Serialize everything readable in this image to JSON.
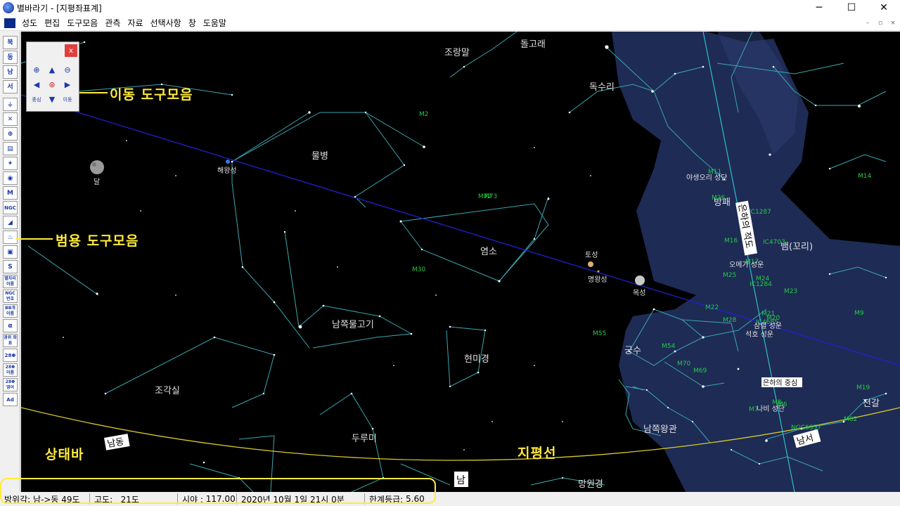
{
  "window": {
    "title": "별바라기 - [지평좌표계]",
    "controls": {
      "minimize": "─",
      "maximize": "☐",
      "close": "✕"
    }
  },
  "menu": {
    "items": [
      "성도",
      "편집",
      "도구모음",
      "관측",
      "자료",
      "선택사항",
      "창",
      "도움말"
    ],
    "mdi_controls": [
      "–",
      "▫",
      "×"
    ]
  },
  "left_toolbar": {
    "buttons": [
      "북",
      "동",
      "남",
      "서",
      "",
      "",
      "",
      "",
      "",
      "",
      "M",
      "NGC",
      "",
      "",
      "",
      "",
      "별자리\n이름",
      "NGC\n번호",
      "BB개\n이름",
      "α",
      "경위\n좌표",
      "28Φ",
      "28Φ\n이름",
      "28Φ\n영어",
      "Ad"
    ]
  },
  "move_toolbar": {
    "close": "x",
    "buttons": [
      "⊕",
      "▲",
      "⊖",
      "◀",
      "⊛",
      "▶",
      "중심",
      "▼",
      "이동"
    ]
  },
  "annotations": {
    "move_toolbar": "이동 도구모음",
    "general_toolbar": "범용 도구모음",
    "statusbar": "상태바",
    "horizon": "지평선"
  },
  "sky_labels": {
    "constellations": [
      "조랑말",
      "돌고래",
      "독수리",
      "물병",
      "염소",
      "남쪽물고기",
      "현미경",
      "조각실",
      "두루미",
      "궁수",
      "남쪽왕관",
      "전갈",
      "방패",
      "뱀(꼬리)",
      "망원경"
    ],
    "planets": [
      "해왕성",
      "달",
      "토성",
      "명왕성",
      "목성"
    ],
    "deep_sky": [
      "M2",
      "M72",
      "M73",
      "M30",
      "M55",
      "M11",
      "M26",
      "M14",
      "M16",
      "M17",
      "M25",
      "M24",
      "M23",
      "M22",
      "M28",
      "M21",
      "M20",
      "M8",
      "M54",
      "M70",
      "M69",
      "M9",
      "M19",
      "M62",
      "M7",
      "M6",
      "IC1287",
      "IC4703",
      "IC1284",
      "IC4685",
      "NGC6357"
    ],
    "named_objects": [
      "야생오리 성단",
      "오메가 성운",
      "삼렬 성운",
      "석호 성운",
      "나비 성단",
      "은하의 중심"
    ],
    "directions": [
      "남동",
      "남",
      "남서"
    ],
    "galactic_equator": "은하의 적도"
  },
  "status": {
    "azimuth_label": "방위각:",
    "azimuth_value": "남->동  49도",
    "altitude_label": "고도:",
    "altitude_value": "21도",
    "fov_label": "시야 :",
    "fov_value": "117.00",
    "datetime": "2020년 10월  1일 21시  0분",
    "limit_mag_label": "한계등급:",
    "limit_mag_value": "5.60"
  },
  "colors": {
    "sky": "#000000",
    "constellation_lines": "#3aa7b0",
    "ecliptic": "#2a2ad8",
    "horizon": "#d8c82a",
    "milky_way": "#1e2b55",
    "annotation": "#ffeb3b",
    "deep_sky": "#22cc44"
  }
}
